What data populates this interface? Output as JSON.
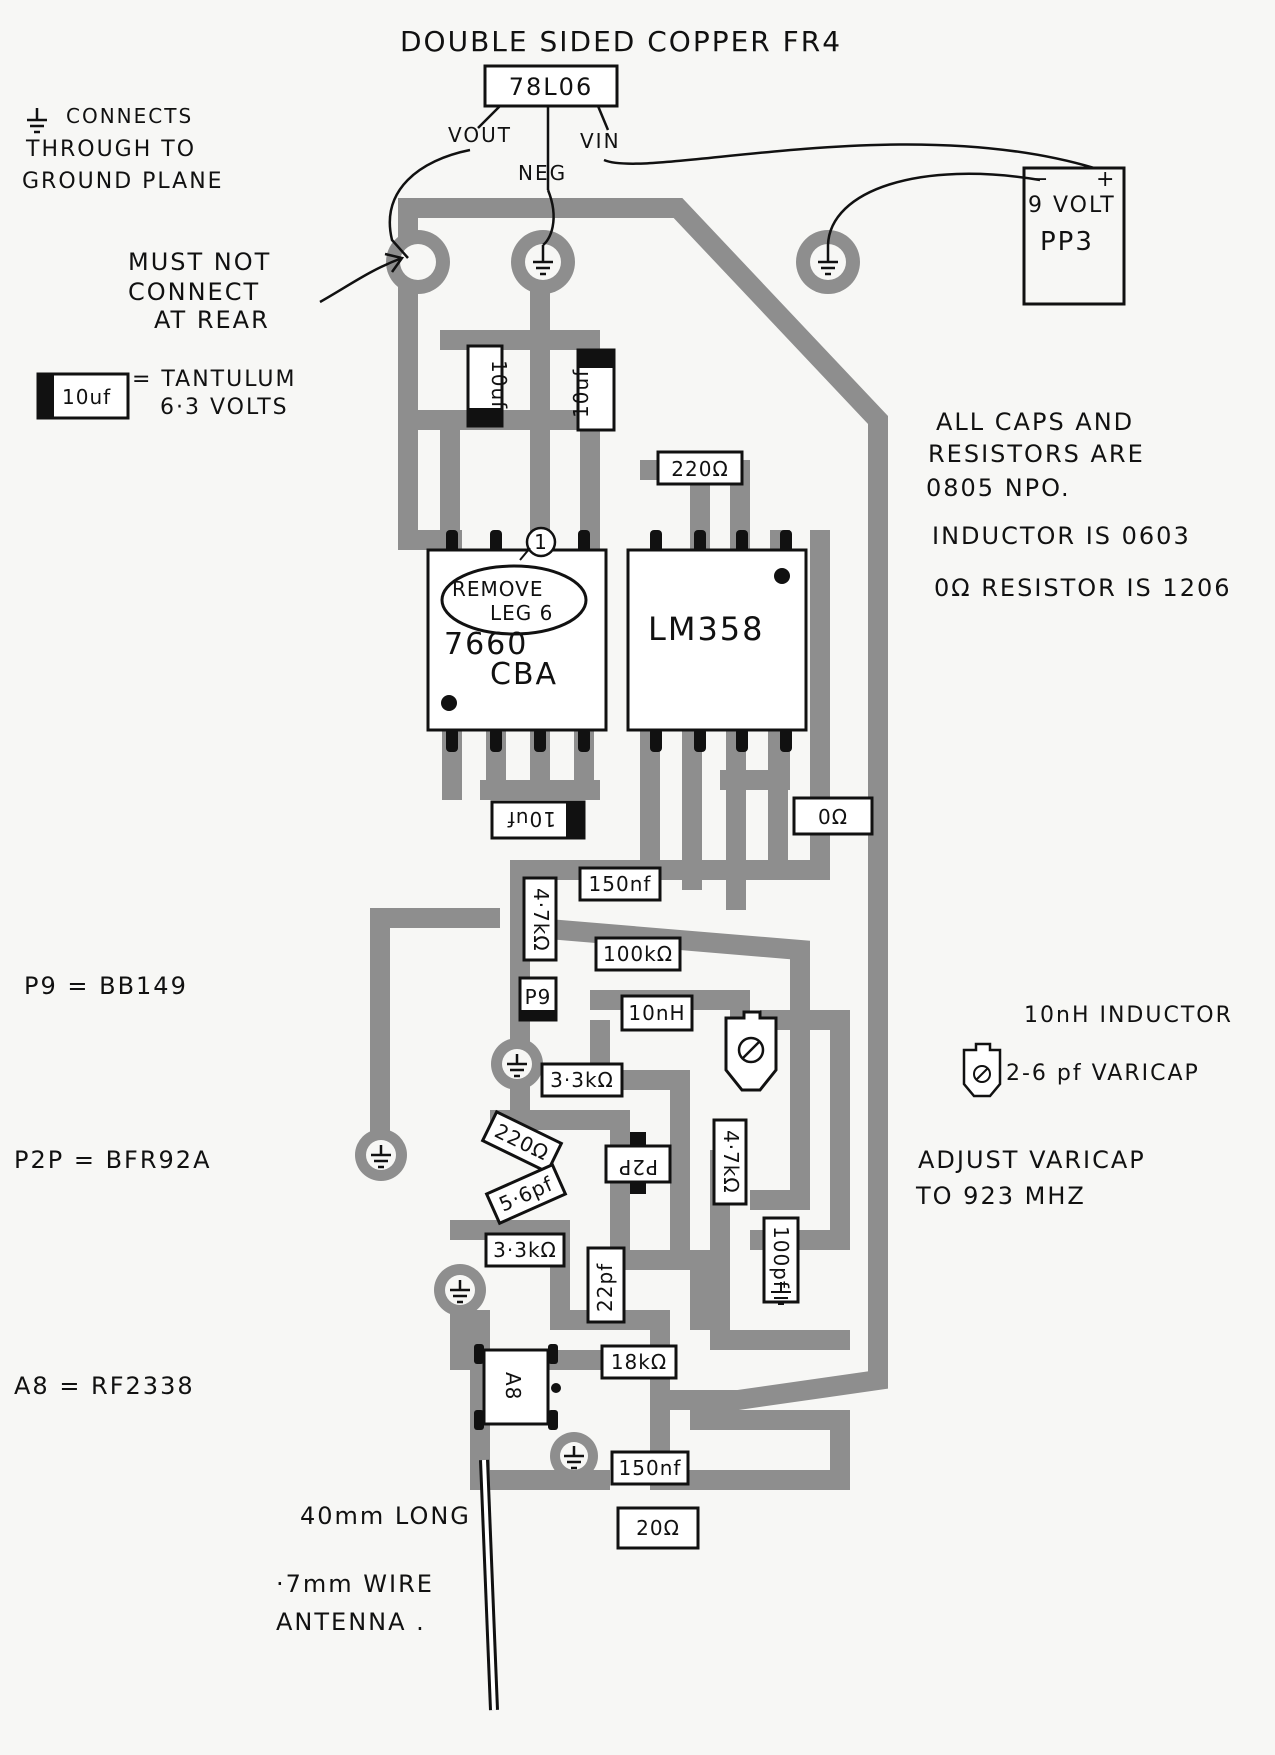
{
  "title": "DOUBLE SIDED COPPER FR4",
  "regulator": {
    "part": "78L06",
    "vout": "VOUT",
    "neg": "NEG",
    "vin": "VIN"
  },
  "battery": {
    "minus": "−",
    "plus": "+",
    "label1": "9 VOLT",
    "label2": "PP3"
  },
  "ground_note": [
    "CONNECTS",
    "THROUGH TO",
    "GROUND PLANE"
  ],
  "must_not_connect": [
    "MUST NOT",
    "CONNECT",
    "AT REAR"
  ],
  "tantalum_legend": {
    "symbol": "10uf",
    "text": [
      "= TANTULUM",
      "6·3 VOLTS"
    ]
  },
  "right_notes": {
    "caps": [
      "ALL CAPS AND",
      "RESISTORS ARE",
      "0805 NPO."
    ],
    "inductor": "INDUCTOR IS 0603",
    "zero_ohm": "0Ω RESISTOR IS 1206"
  },
  "inductor_legend": "10nH INDUCTOR",
  "varicap_legend": "2-6 pf VARICAP",
  "adjust_note": [
    "ADJUST VARICAP",
    "TO 923 MHZ"
  ],
  "left_legend": {
    "p9": "P9 = BB149",
    "p2p": "P2P = BFR92A",
    "a8": "A8 = RF2338"
  },
  "antenna_note": [
    "40mm LONG",
    "·7mm WIRE",
    "ANTENNA ."
  ],
  "ics": {
    "ic1": {
      "name": "7660",
      "suffix": "CBA",
      "remove": "REMOVE",
      "leg": "LEG 6",
      "pin": "1"
    },
    "ic2": {
      "name": "LM358"
    },
    "a8": {
      "name": "A8"
    }
  },
  "components": {
    "c1": "10uf",
    "c2": "10uf",
    "r220": "220Ω",
    "c10uf3": "10uf",
    "r0": "0Ω",
    "c150a": "150nf",
    "r47a": "4·7kΩ",
    "r100k": "100kΩ",
    "p9": "P9",
    "l10n": "10nH",
    "r33a": "3·3kΩ",
    "r220b": "220Ω",
    "c56": "5·6pf",
    "p2p": "P2P",
    "r47b": "4·7kΩ",
    "c100pf": "100pf",
    "r33b": "3·3kΩ",
    "c22pf": "22pf",
    "r18k": "18kΩ",
    "c150b": "150nf",
    "r20": "20Ω"
  }
}
